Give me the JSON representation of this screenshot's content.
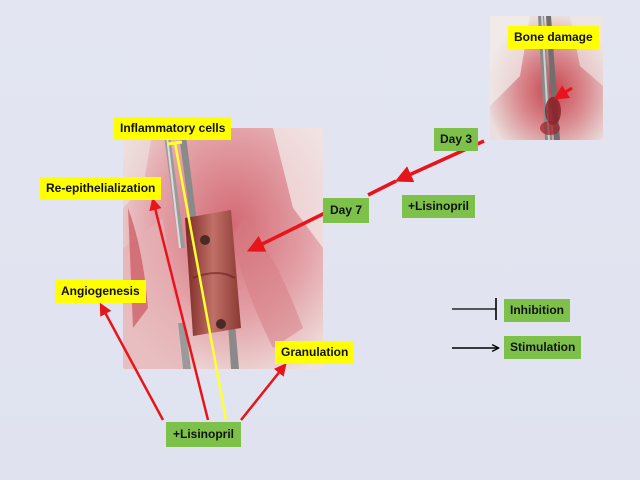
{
  "labels": {
    "bone_damage": "Bone damage",
    "day3": "Day 3",
    "day7": "Day 7",
    "lisinopril_top": "+Lisinopril",
    "inflammatory_cells": "Inflammatory cells",
    "re_epithelialization": "Re-epithelialization",
    "angiogenesis": "Angiogenesis",
    "granulation": "Granulation",
    "lisinopril_bottom": "+Lisinopril"
  },
  "legend": {
    "inhibition": "Inhibition",
    "stimulation": "Stimulation"
  },
  "colors": {
    "background": "#e1e4f0",
    "yellow_label": "#ffff00",
    "green_label": "#7dc14b",
    "stimulation_arrow": "#e8141b",
    "inhibition_line": "#ffff33"
  }
}
